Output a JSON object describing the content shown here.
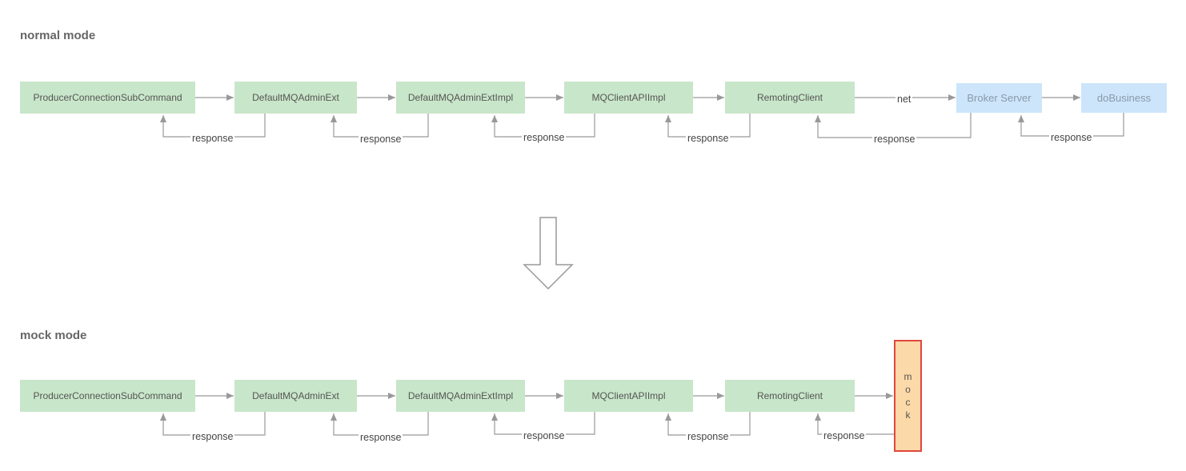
{
  "sections": {
    "normal_title": "normal mode",
    "mock_title": "mock mode"
  },
  "normal": {
    "nodes": [
      "ProducerConnectionSubCommand",
      "DefaultMQAdminExt",
      "DefaultMQAdminExtImpl",
      "MQClientAPIImpl",
      "RemotingClient",
      "Broker Server",
      "doBusiness"
    ],
    "net_label": "net",
    "response_label": "response"
  },
  "mock": {
    "nodes": [
      "ProducerConnectionSubCommand",
      "DefaultMQAdminExt",
      "DefaultMQAdminExtImpl",
      "MQClientAPIImpl",
      "RemotingClient"
    ],
    "mock_letters": [
      "m",
      "o",
      "c",
      "k"
    ],
    "response_label": "response"
  },
  "colors": {
    "process_fill": "#c8e6c9",
    "server_fill": "#cce5fb",
    "mock_fill": "#fcd9a8",
    "mock_border": "#e0473c",
    "edge": "#999999"
  }
}
